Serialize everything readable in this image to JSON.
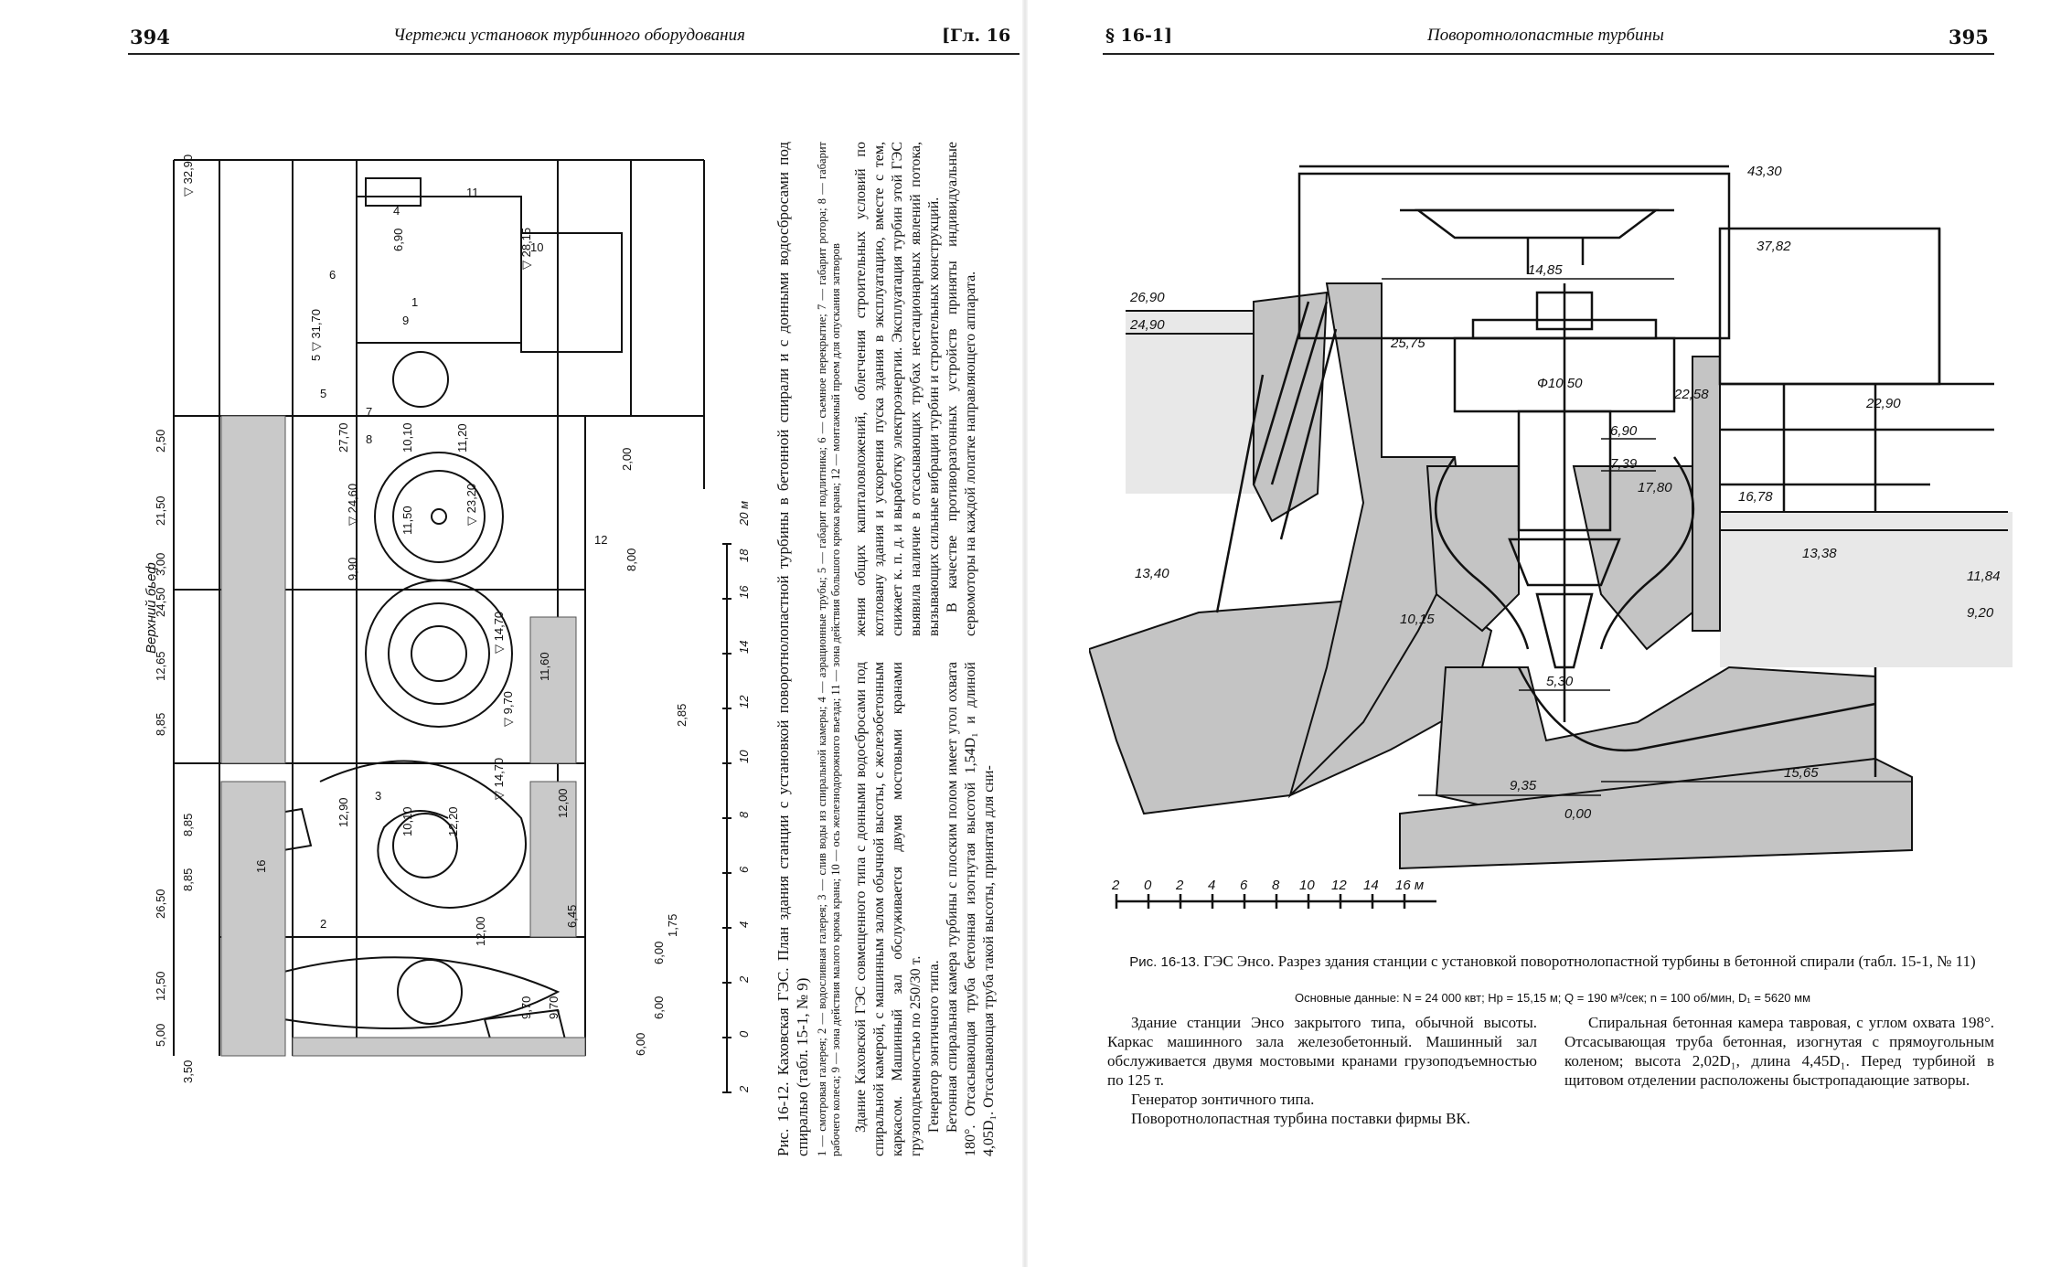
{
  "left_page": {
    "page_number": "394",
    "running_title": "Чертежи установок турбинного оборудования",
    "chapter_ref": "[Гл. 16",
    "figure": {
      "caption": "Рис. 16-12. Каховская ГЭС. План здания станции с установкой поворотнолопастной турбины в бетонной спирали и с донными водосбросами под спиралью (табл. 15-1, № 9)",
      "legend": "1 — смотровая галерея; 2 — водосливная галерея; 3 — слив воды из спиральной камеры; 4 — аэрационные трубы; 5 — габарит подлитника; 6 — съемное перекрытие; 7 — габарит ротора; 8 — габарит рабочего колеса; 9 — зона действия малого крюка крана; 10 — ось железнодорожного въезда; 11 — зона действия большого крюка крана; 12 — монтажный проем для опускания затворов",
      "upper_bief": "Верхний бьеф",
      "dimensions": [
        "2,50",
        "21,50",
        "3,00",
        "24,50",
        "12,65",
        "8,85",
        "26,50",
        "12,50",
        "5,00",
        "8,85",
        "8,85",
        "3,50",
        "6,00",
        "6,00",
        "6,00",
        "1,75",
        "2,85",
        "2,00",
        "8,00",
        "12,00",
        "11,50",
        "10,10",
        "11,20",
        "27,70",
        "12,90",
        "11,60",
        "10,10",
        "12,00",
        "12,20",
        "9,70",
        "9,70",
        "6,90",
        "9,90",
        "6,45",
        "16"
      ],
      "levels": [
        "▽ 32,90",
        "5 ▽ 31,70",
        "▽ 28,15",
        "▽ 14,70",
        "▽ 14,70",
        "▽ 23,20",
        "▽ 24,60",
        "▽ 9,70"
      ],
      "labels": [
        "1",
        "2",
        "3",
        "4",
        "5",
        "6",
        "7",
        "8",
        "9",
        "10",
        "11",
        "12"
      ],
      "scale": [
        "2",
        "0",
        "2",
        "4",
        "6",
        "8",
        "10",
        "12",
        "14",
        "16",
        "18",
        "20 м"
      ]
    },
    "text_col1": [
      "Здание Каховской ГЭС совмещенного типа с донными водосбросами под спиральной камерой, с машинным залом обычной высоты, с железобетонным каркасом. Машинный зал обслуживается двумя мостовыми кранами грузоподъемностью по 250/30 т.",
      "Генератор зонтичного типа.",
      "Бетонная спиральная камера турбины с плоским полом имеет угол охвата 180°. Отсасывающая труба бетонная изогнутая высотой 1,54D₁ и длиной 4,05D₁. Отсасывающая труба такой высоты, принятая для сни-"
    ],
    "text_col2": [
      "жения общих капиталовложений, облегчения строительных условий по котловану здания и ускорения пуска здания в эксплуатацию, вместе с тем, снижает к. п. д. и выработку электроэнергии. Эксплуатация турбин этой ГЭС выявила наличие в отсасывающих трубах нестационарных явлений потока, вызывающих сильные вибрации турбин и строительных конструкций.",
      "В качестве противоразгонных устройств приняты индивидуальные сервомоторы на каждой лопатке направляющего аппарата."
    ]
  },
  "right_page": {
    "section_ref": "§ 16-1]",
    "running_title": "Поворотнолопастные турбины",
    "page_number": "395",
    "figure": {
      "levels": [
        "43,30",
        "37,82",
        "26,90",
        "24,90",
        "25,75",
        "22,58",
        "22,90",
        "17,80",
        "16,78",
        "13,38",
        "13,40",
        "11,84",
        "10,15",
        "9,20",
        "0,00"
      ],
      "dimensions": [
        "14,85",
        "Ф10,50",
        "6,90",
        "7,39",
        "5,30",
        "9,35",
        "15,65"
      ],
      "scale": [
        "2",
        "0",
        "2",
        "4",
        "6",
        "8",
        "10",
        "12",
        "14",
        "16 м"
      ],
      "caption_label": "Рис. 16-13.",
      "caption": "ГЭС Энсо. Разрез здания станции с установкой поворотнолопастной турбины в бетонной спирали (табл. 15-1, № 11)",
      "basic_data": "Основные данные: N = 24 000 квт; Hр = 15,15 м; Q = 190 м³/сек; n = 100 об/мин, D₁ = 5620 мм"
    },
    "text_left": [
      "Здание станции Энсо закрытого типа, обычной высоты. Каркас машинного зала железобетонный. Машинный зал обслуживается двумя мостовыми кранами грузоподъемностью по 125 т.",
      "Генератор зонтичного типа.",
      "Поворотнолопастная турбина поставки фирмы ВК."
    ],
    "text_right": [
      "Спиральная бетонная камера тавровая, с углом охвата 198°. Отсасывающая труба бетонная, изогнутая с прямоугольным коленом; высота 2,02D₁, длина 4,45D₁. Перед турбиной в щитовом отделении расположены быстропадающие затворы."
    ]
  },
  "colors": {
    "ink": "#111111",
    "concrete": "#bdbdbd",
    "paper": "#ffffff"
  }
}
